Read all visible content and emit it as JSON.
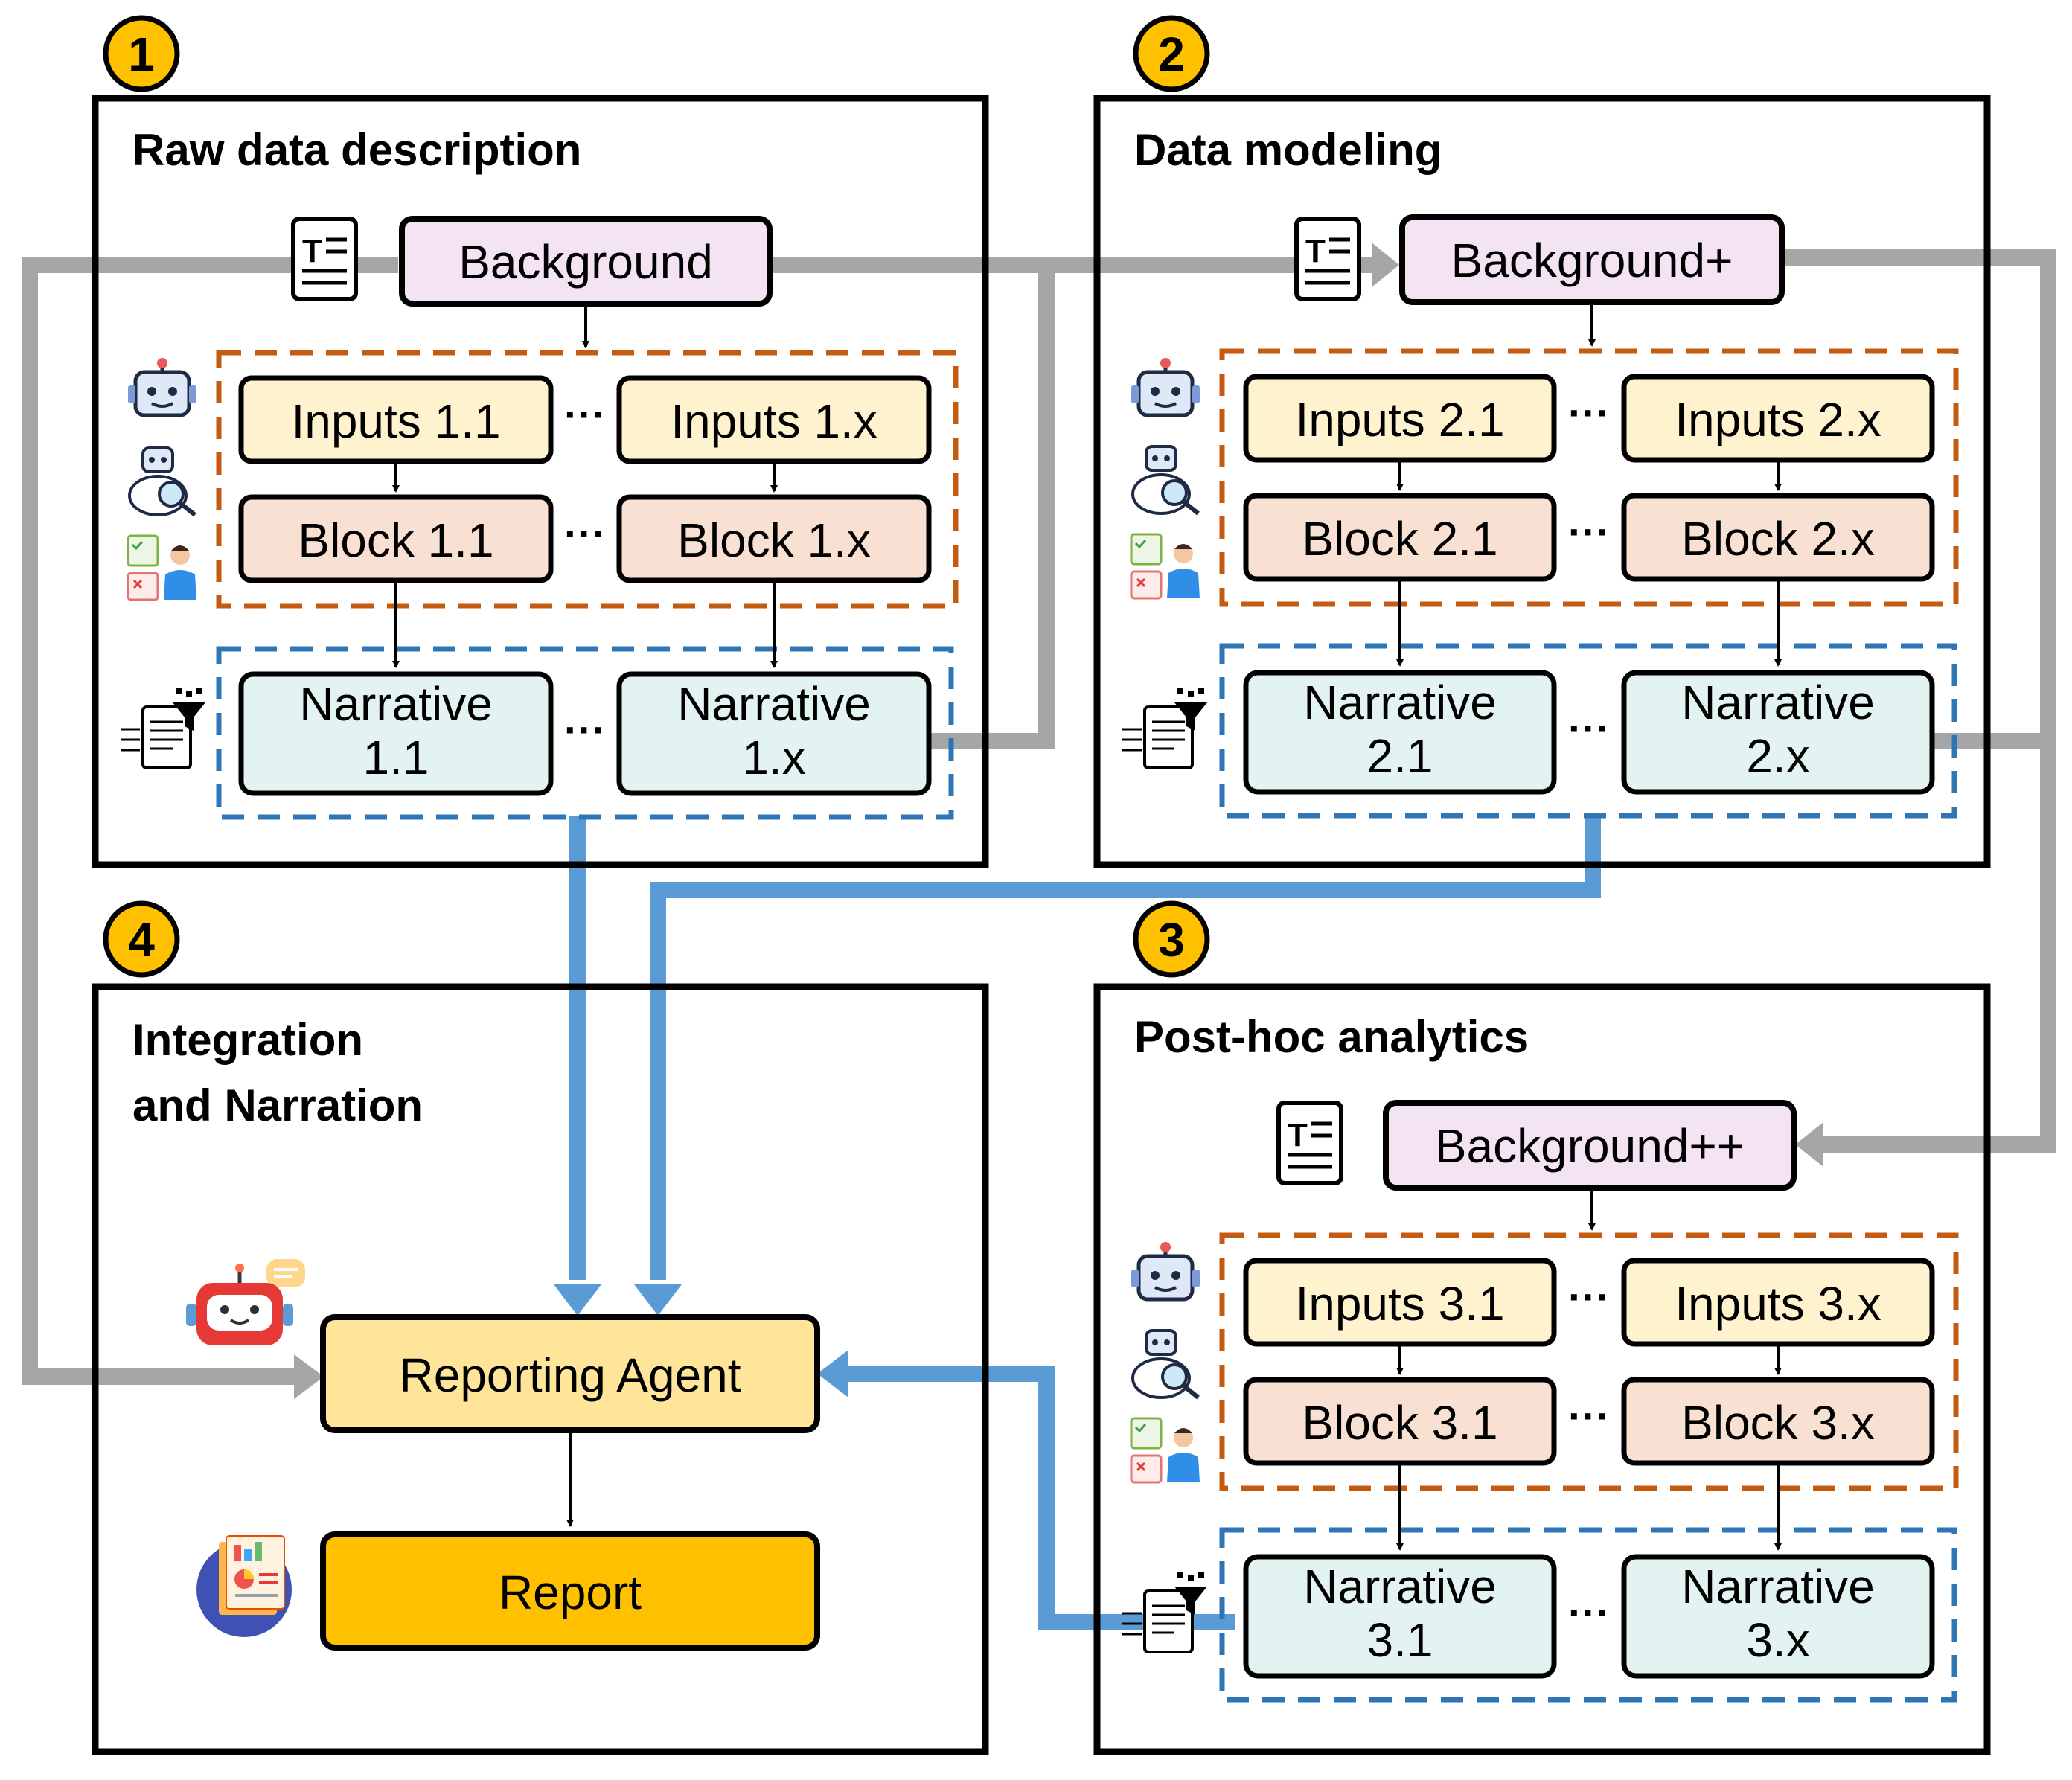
{
  "badges": [
    "1",
    "2",
    "3",
    "4"
  ],
  "panels": {
    "p1": {
      "title": "Raw data description"
    },
    "p2": {
      "title": "Data modeling"
    },
    "p3": {
      "title": "Post-hoc analytics"
    },
    "p4": {
      "title_line1": "Integration",
      "title_line2": "and Narration"
    }
  },
  "background": {
    "p1": "Background",
    "p2": "Background+",
    "p3": "Background++"
  },
  "inputs": {
    "p1": [
      "Inputs 1.1",
      "Inputs 1.x"
    ],
    "p2": [
      "Inputs 2.1",
      "Inputs 2.x"
    ],
    "p3": [
      "Inputs 3.1",
      "Inputs 3.x"
    ]
  },
  "blocks": {
    "p1": [
      "Block 1.1",
      "Block 1.x"
    ],
    "p2": [
      "Block 2.1",
      "Block 2.x"
    ],
    "p3": [
      "Block 3.1",
      "Block 3.x"
    ]
  },
  "narratives": {
    "p1": [
      [
        "Narrative",
        "1.1"
      ],
      [
        "Narrative",
        "1.x"
      ]
    ],
    "p2": [
      [
        "Narrative",
        "2.1"
      ],
      [
        "Narrative",
        "2.x"
      ]
    ],
    "p3": [
      [
        "Narrative",
        "3.1"
      ],
      [
        "Narrative",
        "3.x"
      ]
    ]
  },
  "ellipsis": "···",
  "reporting_agent": "Reporting Agent",
  "report": "Report",
  "colors": {
    "background_box": "#f3e3f3",
    "inputs_box": "#fff3cf",
    "block_box": "#f8e0d2",
    "narrative_box": "#e2f3f1",
    "agent_box": "#ffe599",
    "report_box": "#ffc000",
    "badge": "#ffc000",
    "orange_dash": "#c55a11",
    "blue_dash": "#2e75b6",
    "gray_arrow": "#a6a6a6",
    "blue_arrow": "#5b9bd5"
  },
  "icons": {
    "doc": "text-document-icon",
    "robot": "robot-icon",
    "robot_search": "robot-search-icon",
    "person_checklist": "person-checklist-icon",
    "funnel": "document-funnel-icon",
    "chatbot": "chatbot-icon",
    "report": "report-icon"
  }
}
